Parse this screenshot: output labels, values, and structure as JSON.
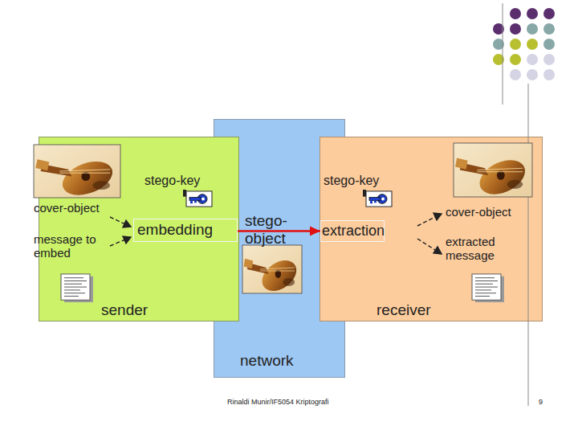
{
  "diagram": {
    "nodes": [
      {
        "text": [
          "network"
        ]
      },
      {
        "text": [
          "sender"
        ]
      },
      {
        "text": [
          "embedding"
        ],
        "in": 1
      },
      {
        "text": [
          "receiver"
        ]
      },
      {
        "text": [
          "extraction"
        ],
        "in": 3
      }
    ],
    "edges": [
      {
        "from": 2,
        "to": 4,
        "arrow": "to",
        "label": "stego-object"
      }
    ],
    "labels": [
      "stego-key",
      "cover-object",
      "message to embed",
      "stego-key",
      "cover-object",
      "extracted message",
      "Rinaldi Munir/IF5054 Kriptografi",
      "9"
    ]
  }
}
